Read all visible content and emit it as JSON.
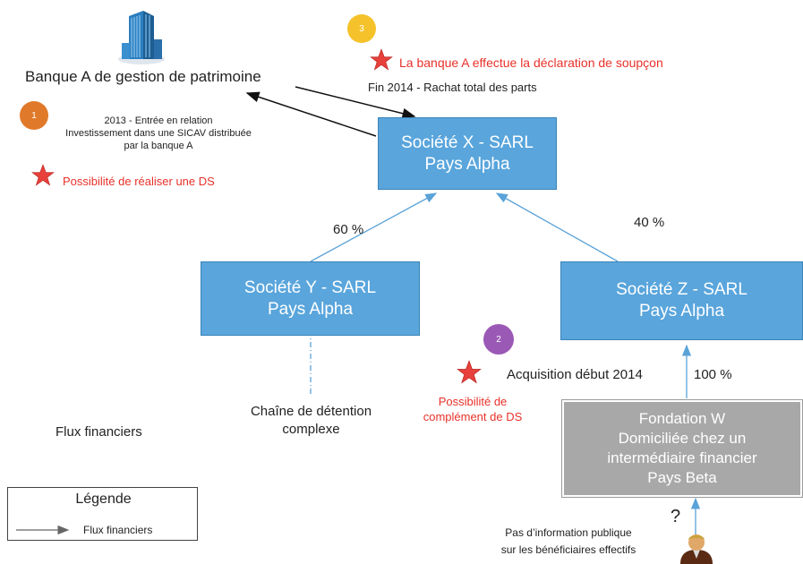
{
  "bank": {
    "name": "Banque A de gestion de patrimoine",
    "icon": "office-building-icon"
  },
  "badges": [
    {
      "num": "1",
      "color": "#e07a2a"
    },
    {
      "num": "2",
      "color": "#9b59b6"
    },
    {
      "num": "3",
      "color": "#f5c22b"
    }
  ],
  "step1": {
    "lines": [
      "2013 - Entrée en relation",
      "Investissement dans une SICAV distribuée",
      "par la banque A"
    ],
    "ds_note": "Possibilité de réaliser une DS"
  },
  "step3": {
    "ds_note": "La banque A effectue la déclaration de soupçon",
    "event": "Fin 2014 - Rachat total des parts"
  },
  "companies": {
    "x": {
      "line1": "Société X - SARL",
      "line2": "Pays Alpha"
    },
    "y": {
      "line1": "Société Y - SARL",
      "line2": "Pays Alpha"
    },
    "z": {
      "line1": "Société Z - SARL",
      "line2": "Pays Alpha"
    },
    "w": {
      "lines": [
        "Fondation W",
        "Domiciliée chez un",
        "intermédiaire financier",
        "Pays Beta"
      ]
    }
  },
  "percentages": {
    "y_to_x": "60 %",
    "z_to_x": "40 %",
    "w_to_z": "100 %"
  },
  "acquisition": "Acquisition début 2014",
  "step2": {
    "ds_note_line1": "Possibilité de",
    "ds_note_line2": "complément de DS"
  },
  "chain": {
    "line1": "Chaîne de détention",
    "line2": "complexe"
  },
  "flux_label": "Flux financiers",
  "question_mark": "?",
  "beneficiaries": {
    "line1": "Pas d’information publique",
    "line2": "sur les bénéficiaires effectifs",
    "icon": "person-icon"
  },
  "legend": {
    "title": "Légende",
    "item": "Flux financiers"
  },
  "colors": {
    "box_blue": "#59a5dc",
    "box_grey": "#a8a8a8",
    "alert_red": "#e8312a",
    "star_red": "#e8413c",
    "connector_blue": "#5aa3d8"
  }
}
